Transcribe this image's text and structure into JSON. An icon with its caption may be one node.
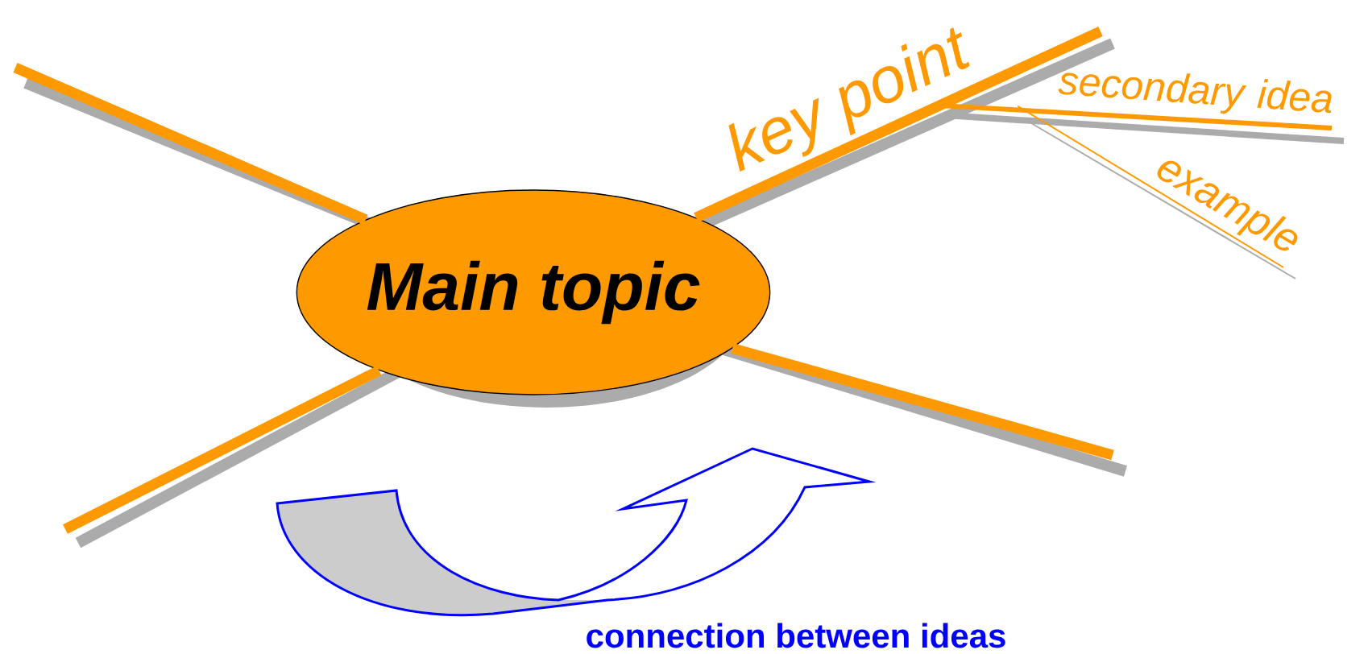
{
  "diagram": {
    "nodes": [
      {
        "text": [
          "Main topic"
        ]
      },
      {
        "text": [
          "secondary idea"
        ]
      },
      {
        "text": [
          "example"
        ]
      }
    ],
    "edges": [
      {
        "from": 0,
        "to": null,
        "arrow": "none"
      },
      {
        "from": 0,
        "to": null,
        "arrow": "none",
        "label": "key point"
      },
      {
        "from": 0,
        "to": null,
        "arrow": "none"
      },
      {
        "from": 0,
        "to": null,
        "arrow": "none"
      },
      {
        "from": null,
        "to": 1,
        "arrow": "none"
      },
      {
        "from": 1,
        "to": 2,
        "arrow": "none"
      }
    ],
    "labels": [
      "connection between ideas"
    ]
  }
}
